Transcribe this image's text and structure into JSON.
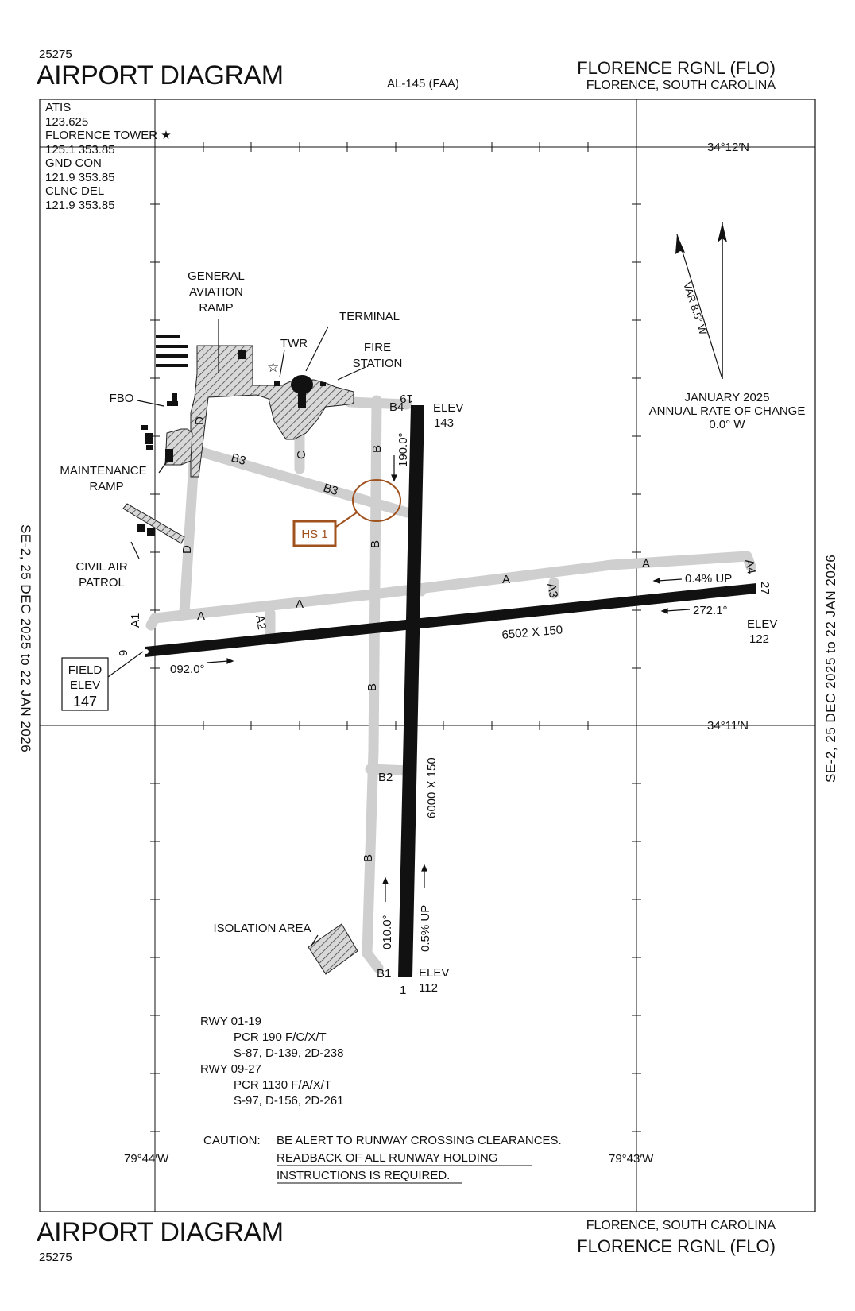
{
  "header": {
    "serial_top": "25275",
    "title_top": "AIRPORT DIAGRAM",
    "procedure_id": "AL-145 (FAA)",
    "airport_name_top": "FLORENCE RGNL (FLO)",
    "city_state_top": "FLORENCE, SOUTH CAROLINA"
  },
  "footer": {
    "title_bottom": "AIRPORT DIAGRAM",
    "serial_bottom": "25275",
    "city_state_bottom": "FLORENCE, SOUTH CAROLINA",
    "airport_name_bottom": "FLORENCE RGNL (FLO)"
  },
  "side_labels": {
    "left": "SE-2, 25 DEC 2025 to 22 JAN 2026",
    "right": "SE-2, 25 DEC 2025 to 22 JAN 2026"
  },
  "frequencies": [
    "ATIS",
    "123.625",
    "FLORENCE TOWER ★",
    "125.1 353.85",
    "GND CON",
    "121.9 353.85",
    "CLNC DEL",
    "121.9 353.85"
  ],
  "grid": {
    "lat_top": "34°12′N",
    "lat_bottom": "34°11′N",
    "lon_left": "79°44′W",
    "lon_right": "79°43′W"
  },
  "magnetic": {
    "var_label": "VAR 8.5° W",
    "date": "JANUARY 2025",
    "rate_label": "ANNUAL RATE OF CHANGE",
    "rate_value": "0.0° W"
  },
  "labels": {
    "general_aviation_ramp": [
      "GENERAL",
      "AVIATION",
      "RAMP"
    ],
    "terminal": "TERMINAL",
    "twr": "TWR",
    "fire_station": [
      "FIRE",
      "STATION"
    ],
    "fbo": "FBO",
    "maintenance_ramp": [
      "MAINTENANCE",
      "RAMP"
    ],
    "civil_air_patrol": [
      "CIVIL AIR",
      "PATROL"
    ],
    "isolation_area": "ISOLATION AREA",
    "hot_spot": "HS 1",
    "field_elev": [
      "FIELD",
      "ELEV",
      "147"
    ]
  },
  "runways": {
    "rwy19": {
      "number": "19",
      "elev_label": "ELEV",
      "elev": "143",
      "heading": "190.0°"
    },
    "rwy01": {
      "number": "1",
      "elev_label": "ELEV",
      "elev": "112",
      "heading": "010.0°",
      "grade": "0.5% UP",
      "dims": "6000 X 150"
    },
    "rwy27": {
      "number": "27",
      "elev_label": "ELEV",
      "elev": "122",
      "heading": "272.1°",
      "grade": "0.4% UP"
    },
    "rwy9": {
      "number": "9",
      "heading": "092.0°",
      "dims": "6502 X 150"
    }
  },
  "taxiways": [
    "A",
    "A1",
    "A2",
    "A3",
    "A4",
    "B",
    "B1",
    "B2",
    "B4",
    "B3",
    "C",
    "D"
  ],
  "rwy_info": [
    "RWY 01-19",
    "PCR 190 F/C/X/T",
    "S-87, D-139, 2D-238",
    "RWY 09-27",
    "PCR 1130 F/A/X/T",
    "S-97, D-156, 2D-261"
  ],
  "caution": {
    "lead": "CAUTION:",
    "line1": "BE ALERT TO RUNWAY CROSSING CLEARANCES.",
    "line2": "READBACK OF ALL RUNWAY HOLDING",
    "line3": "INSTRUCTIONS IS REQUIRED."
  },
  "colors": {
    "hot_spot": "#A0521E",
    "taxiway": "#CFCFCF",
    "runway": "#000000",
    "hatch": "#444444"
  }
}
